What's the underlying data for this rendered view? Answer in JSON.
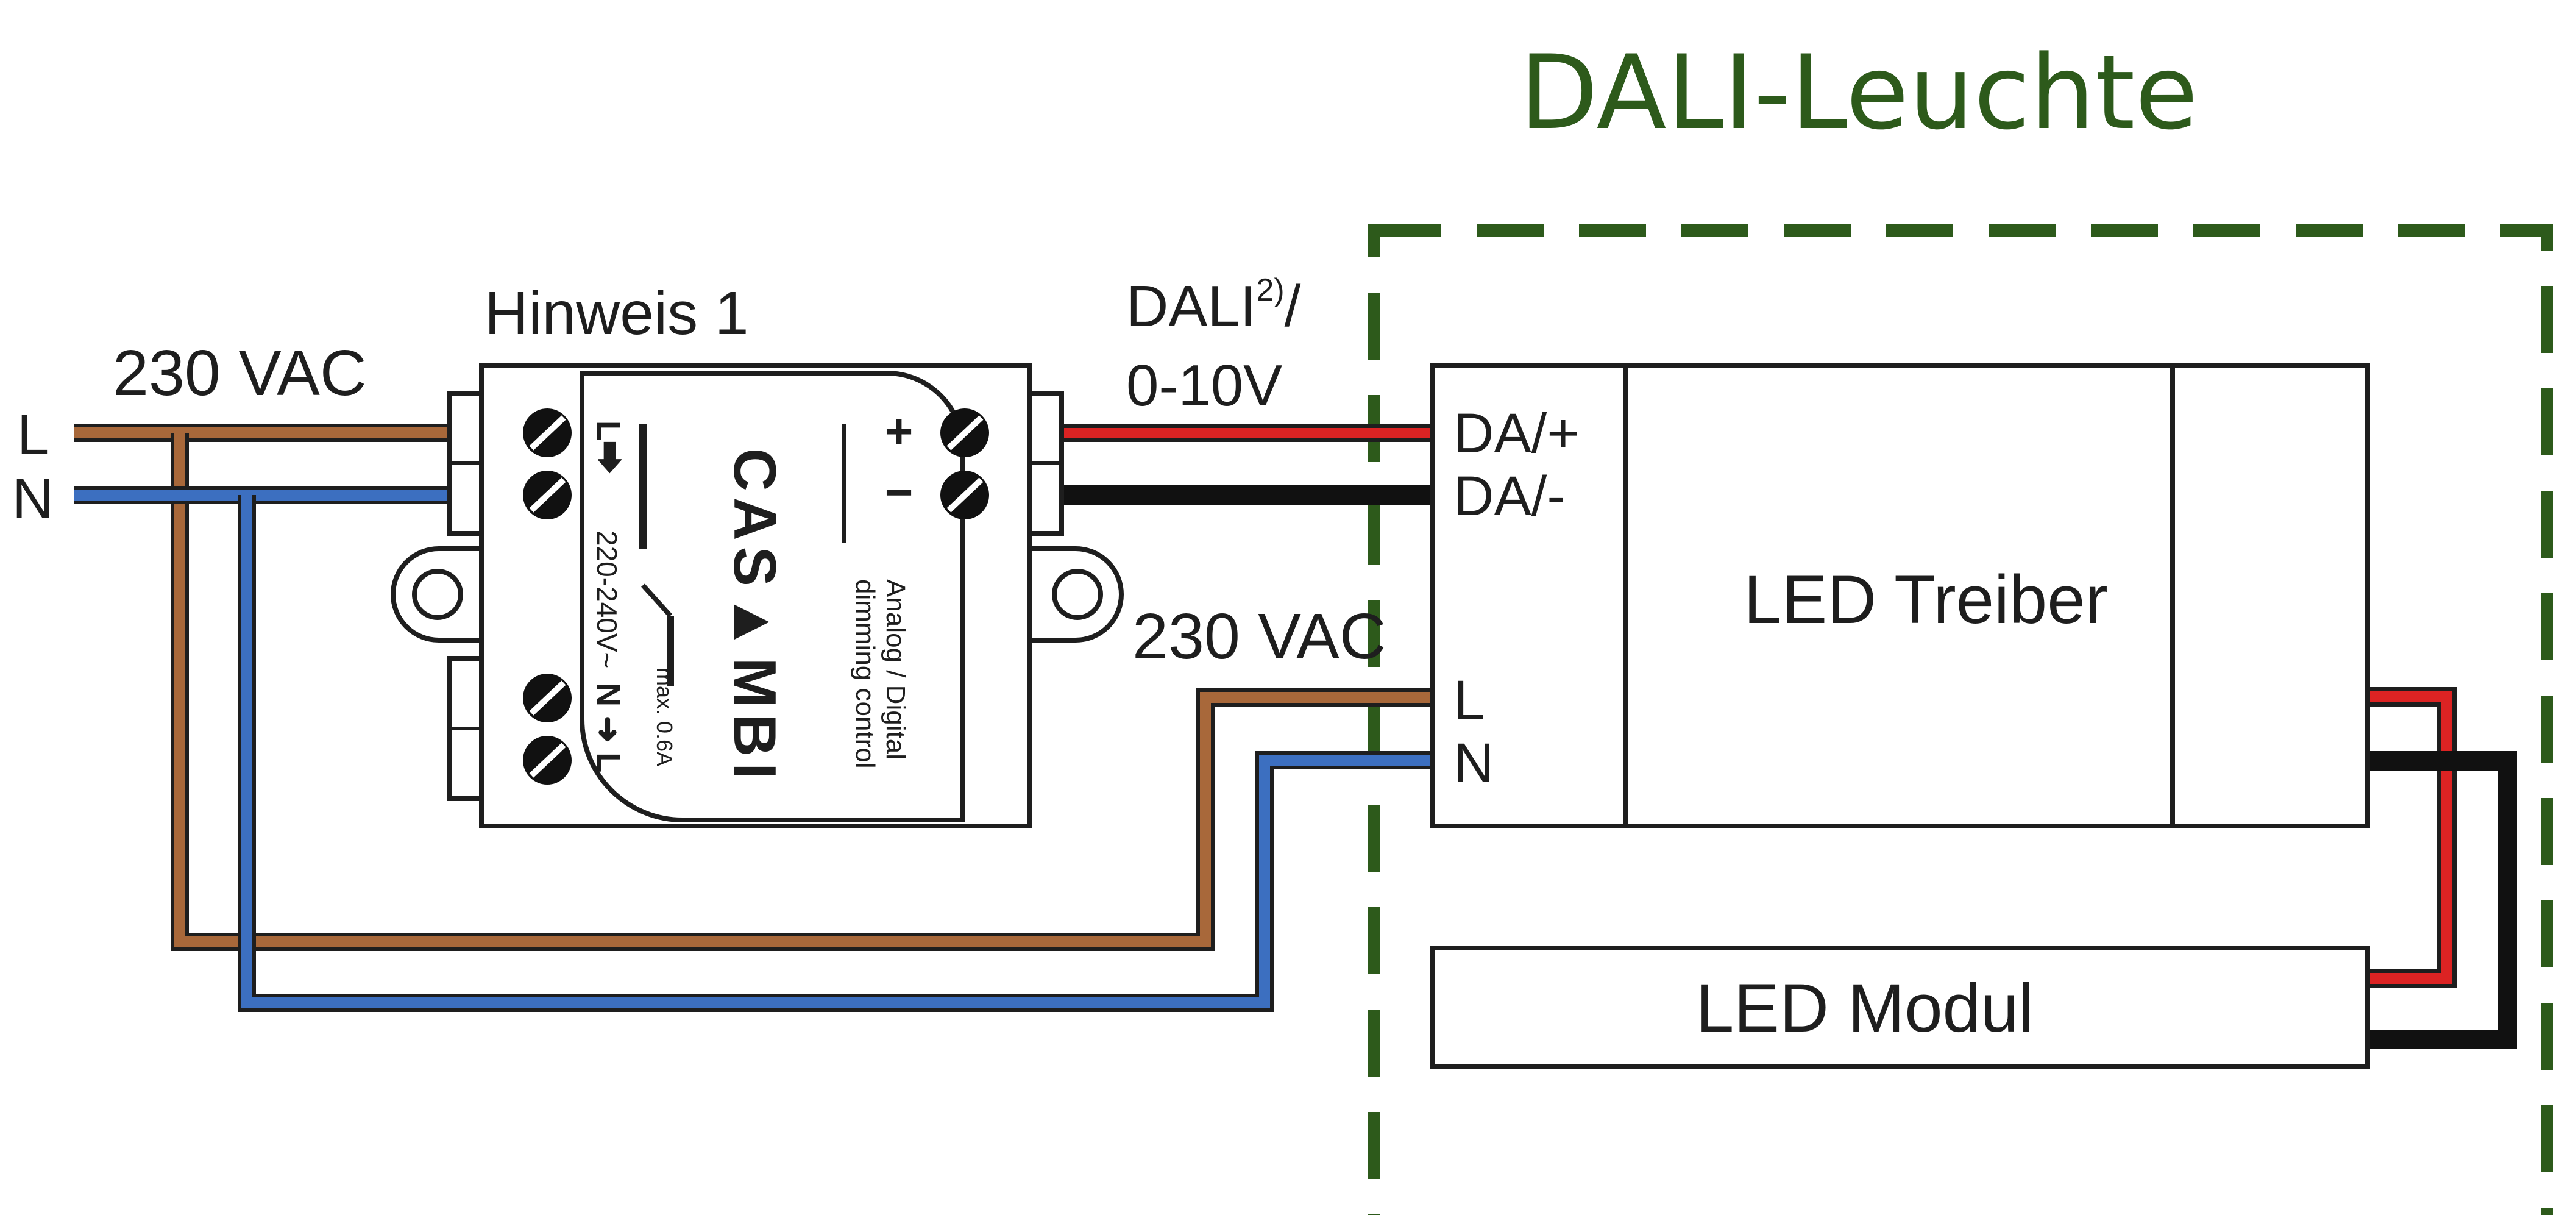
{
  "title": "DALI-Leuchte",
  "colors": {
    "accent_green": "#2d5a1b",
    "wire_brown": "#a8683a",
    "wire_blue": "#3c6fc0",
    "wire_red": "#dc2323",
    "wire_black": "#111111",
    "outline": "#1e1e1e"
  },
  "supply": {
    "voltage": "230 VAC",
    "line": "L",
    "neutral": "N"
  },
  "controller": {
    "note": "Hinweis 1",
    "brand": "CAS▲MBI",
    "description_line1": "Analog / Digital",
    "description_line2": "dimming control",
    "rating": "max. 0.6A",
    "voltage_range": "220-240V~",
    "terminal_lout": "L⮕",
    "terminal_in": "N ➜ L",
    "plus": "+",
    "minus": "−"
  },
  "control_signal": {
    "label": "DALI",
    "footnote": "2)",
    "slash": "/",
    "alt": "0-10V"
  },
  "luminaire_supply": {
    "voltage": "230 VAC"
  },
  "driver": {
    "label": "LED Treiber",
    "da_plus": "DA/+",
    "da_minus": "DA/-",
    "l": "L",
    "n": "N"
  },
  "module": {
    "label": "LED Modul"
  },
  "icons": [
    "screw-terminal-icon",
    "mounting-hole-icon",
    "switch-symbol-icon"
  ]
}
